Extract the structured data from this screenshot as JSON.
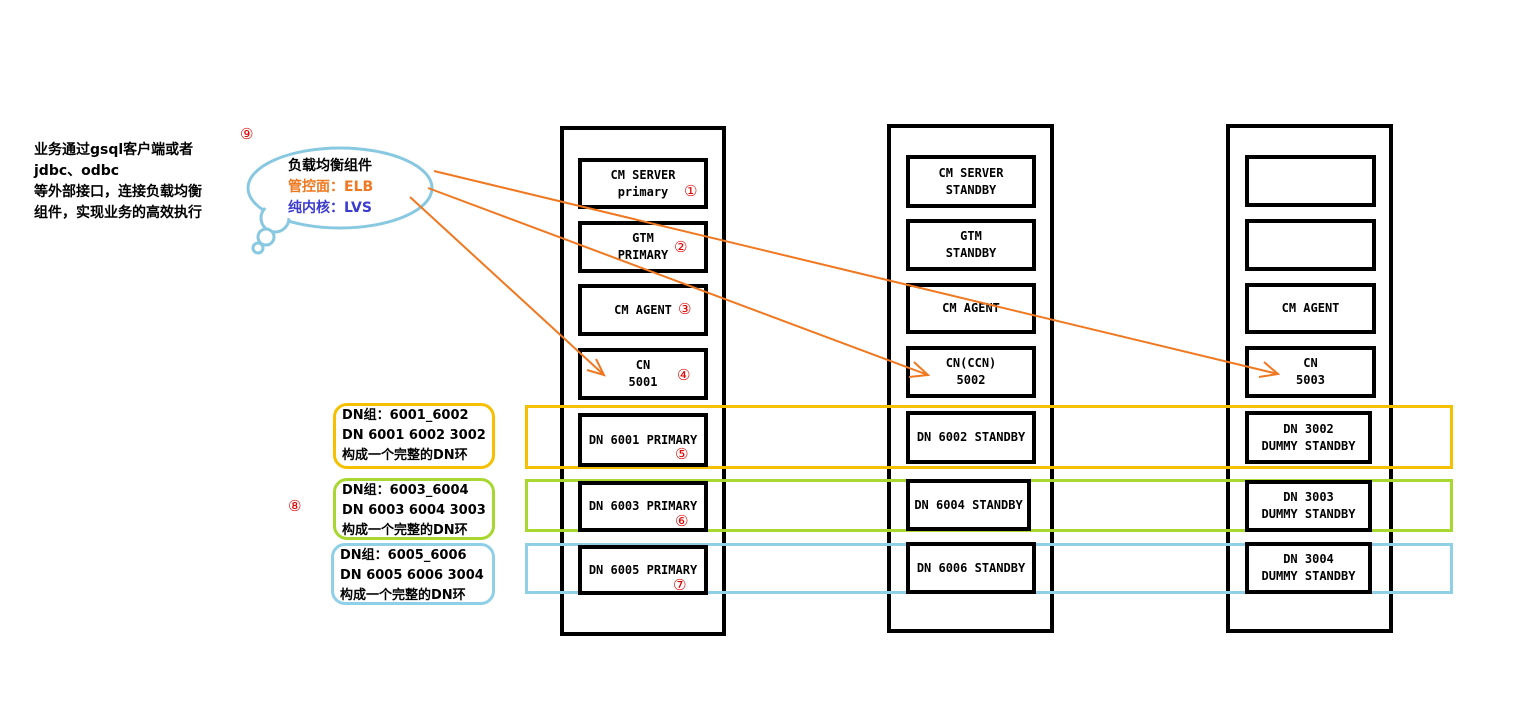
{
  "client_note": [
    "业务通过gsql客户端或者",
    "jdbc、odbc",
    "等外部接口，连接负载均衡",
    "组件，实现业务的高效执行"
  ],
  "cloud": {
    "title": "负载均衡组件",
    "line1": "管控面：ELB",
    "line2": "纯内核：LVS",
    "line1_color": "#f07820",
    "line2_color": "#3b3bd0"
  },
  "markers": {
    "m1": "①",
    "m2": "②",
    "m3": "③",
    "m4": "④",
    "m5": "⑤",
    "m6": "⑥",
    "m7": "⑦",
    "m8": "⑧",
    "m9": "⑨"
  },
  "node1": {
    "cm_server": [
      "CM SERVER",
      "primary"
    ],
    "gtm": [
      "GTM",
      "PRIMARY"
    ],
    "cm_agent": [
      "CM AGENT"
    ],
    "cn": [
      "CN",
      "5001"
    ],
    "dn_a": [
      "DN 6001 PRIMARY"
    ],
    "dn_b": [
      "DN 6003 PRIMARY"
    ],
    "dn_c": [
      "DN 6005 PRIMARY"
    ]
  },
  "node2": {
    "cm_server": [
      "CM SERVER",
      "STANDBY"
    ],
    "gtm": [
      "GTM",
      "STANDBY"
    ],
    "cm_agent": [
      "CM AGENT"
    ],
    "cn": [
      "CN(CCN)",
      "5002"
    ],
    "dn_a": [
      "DN 6002 STANDBY"
    ],
    "dn_b": [
      "DN 6004 STANDBY"
    ],
    "dn_c": [
      "DN 6006 STANDBY"
    ]
  },
  "node3": {
    "cm_agent": [
      "CM AGENT"
    ],
    "cn": [
      "CN",
      "5003"
    ],
    "dn_a": [
      "DN 3002",
      "DUMMY STANDBY"
    ],
    "dn_b": [
      "DN 3003",
      "DUMMY STANDBY"
    ],
    "dn_c": [
      "DN 3004",
      "DUMMY STANDBY"
    ]
  },
  "dn_groups": [
    {
      "lines": [
        "DN组：6001_6002",
        "DN 6001 6002 3002",
        "构成一个完整的DN环"
      ],
      "color": "#f5c000"
    },
    {
      "lines": [
        "DN组：6003_6004",
        "DN 6003 6004 3003",
        "构成一个完整的DN环"
      ],
      "color": "#a8d830"
    },
    {
      "lines": [
        "DN组：6005_6006",
        "DN 6005 6006 3004",
        "构成一个完整的DN环"
      ],
      "color": "#8fd0e8"
    }
  ],
  "arrow_color": "#f07820",
  "cloud_border_color": "#88c8e0"
}
